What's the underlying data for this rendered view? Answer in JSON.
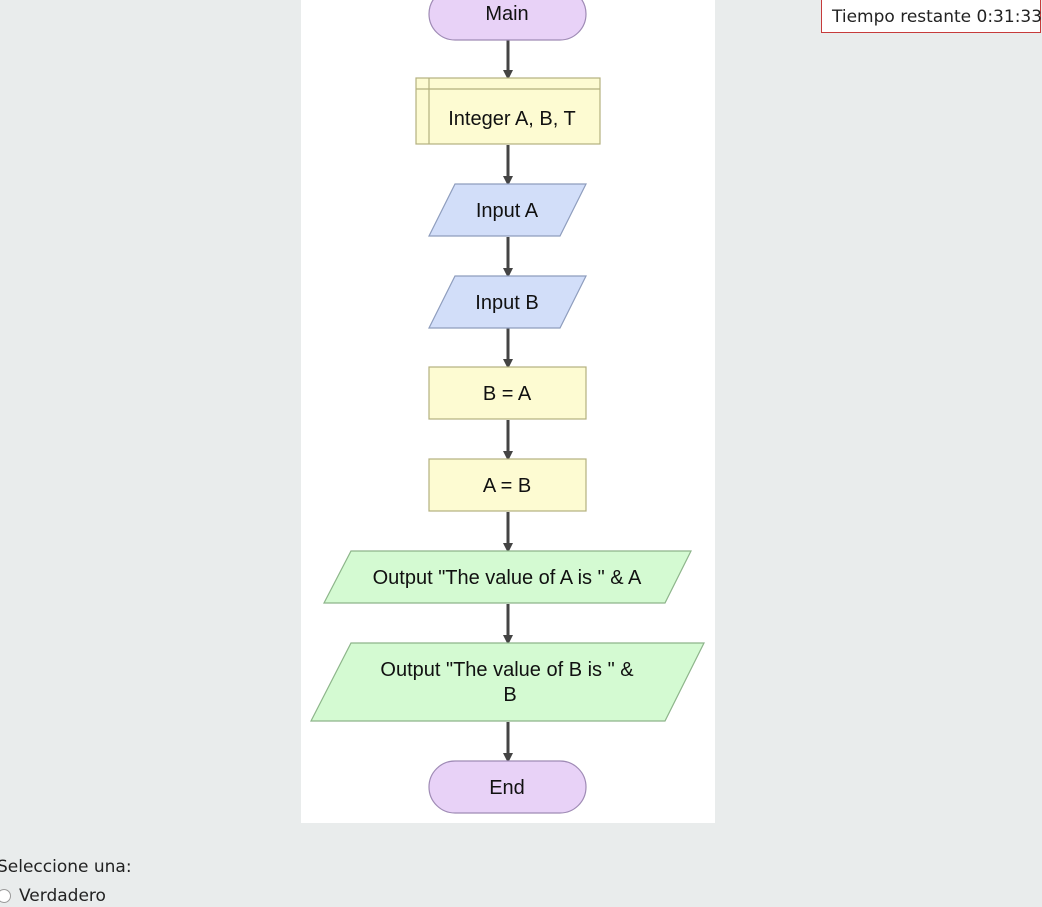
{
  "timer": {
    "label": "Tiempo restante 0:31:33"
  },
  "flowchart": {
    "start_label": "Main",
    "declare_label": "Integer A, B, T",
    "input_a_label": "Input A",
    "input_b_label": "Input B",
    "assign_b_label": "B = A",
    "assign_a_label": "A = B",
    "output_a_label": "Output \"The value of A is \" & A",
    "output_b_line1": "Output \"The value of B is \" &",
    "output_b_line2": "B",
    "end_label": "End"
  },
  "question": {
    "select_prompt": "Seleccione una:",
    "options": [
      {
        "label": "Verdadero"
      }
    ]
  },
  "colors": {
    "terminal_fill": "#e8d2f7",
    "declare_fill": "#fdfbd2",
    "process_fill": "#fdfbd2",
    "input_fill": "#d2def9",
    "output_fill": "#d4fad2",
    "arrow": "#444444"
  }
}
